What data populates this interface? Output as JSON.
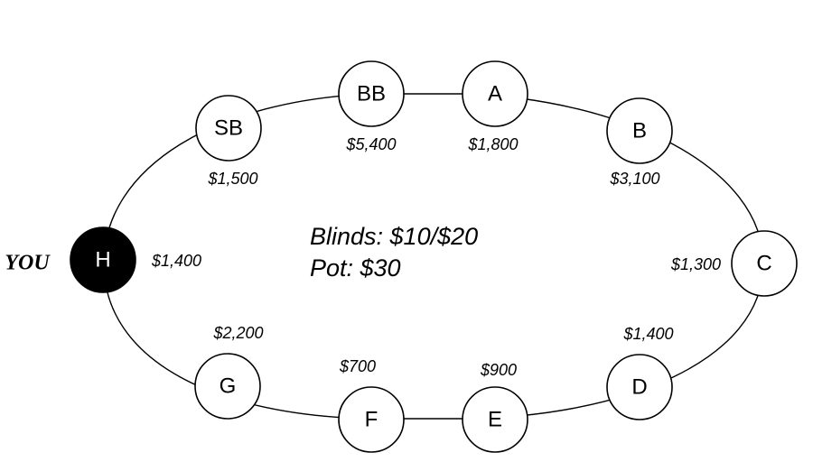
{
  "table": {
    "you_label": "YOU",
    "blinds": "Blinds: $10/$20",
    "pot": "Pot: $30"
  },
  "seats": {
    "sb": {
      "label": "SB",
      "stack": "$1,500"
    },
    "bb": {
      "label": "BB",
      "stack": "$5,400"
    },
    "a": {
      "label": "A",
      "stack": "$1,800"
    },
    "b": {
      "label": "B",
      "stack": "$3,100"
    },
    "c": {
      "label": "C",
      "stack": "$1,300"
    },
    "d": {
      "label": "D",
      "stack": "$1,400"
    },
    "e": {
      "label": "E",
      "stack": "$900"
    },
    "f": {
      "label": "F",
      "stack": "$700"
    },
    "g": {
      "label": "G",
      "stack": "$2,200"
    },
    "h": {
      "label": "H",
      "stack": "$1,400"
    }
  }
}
